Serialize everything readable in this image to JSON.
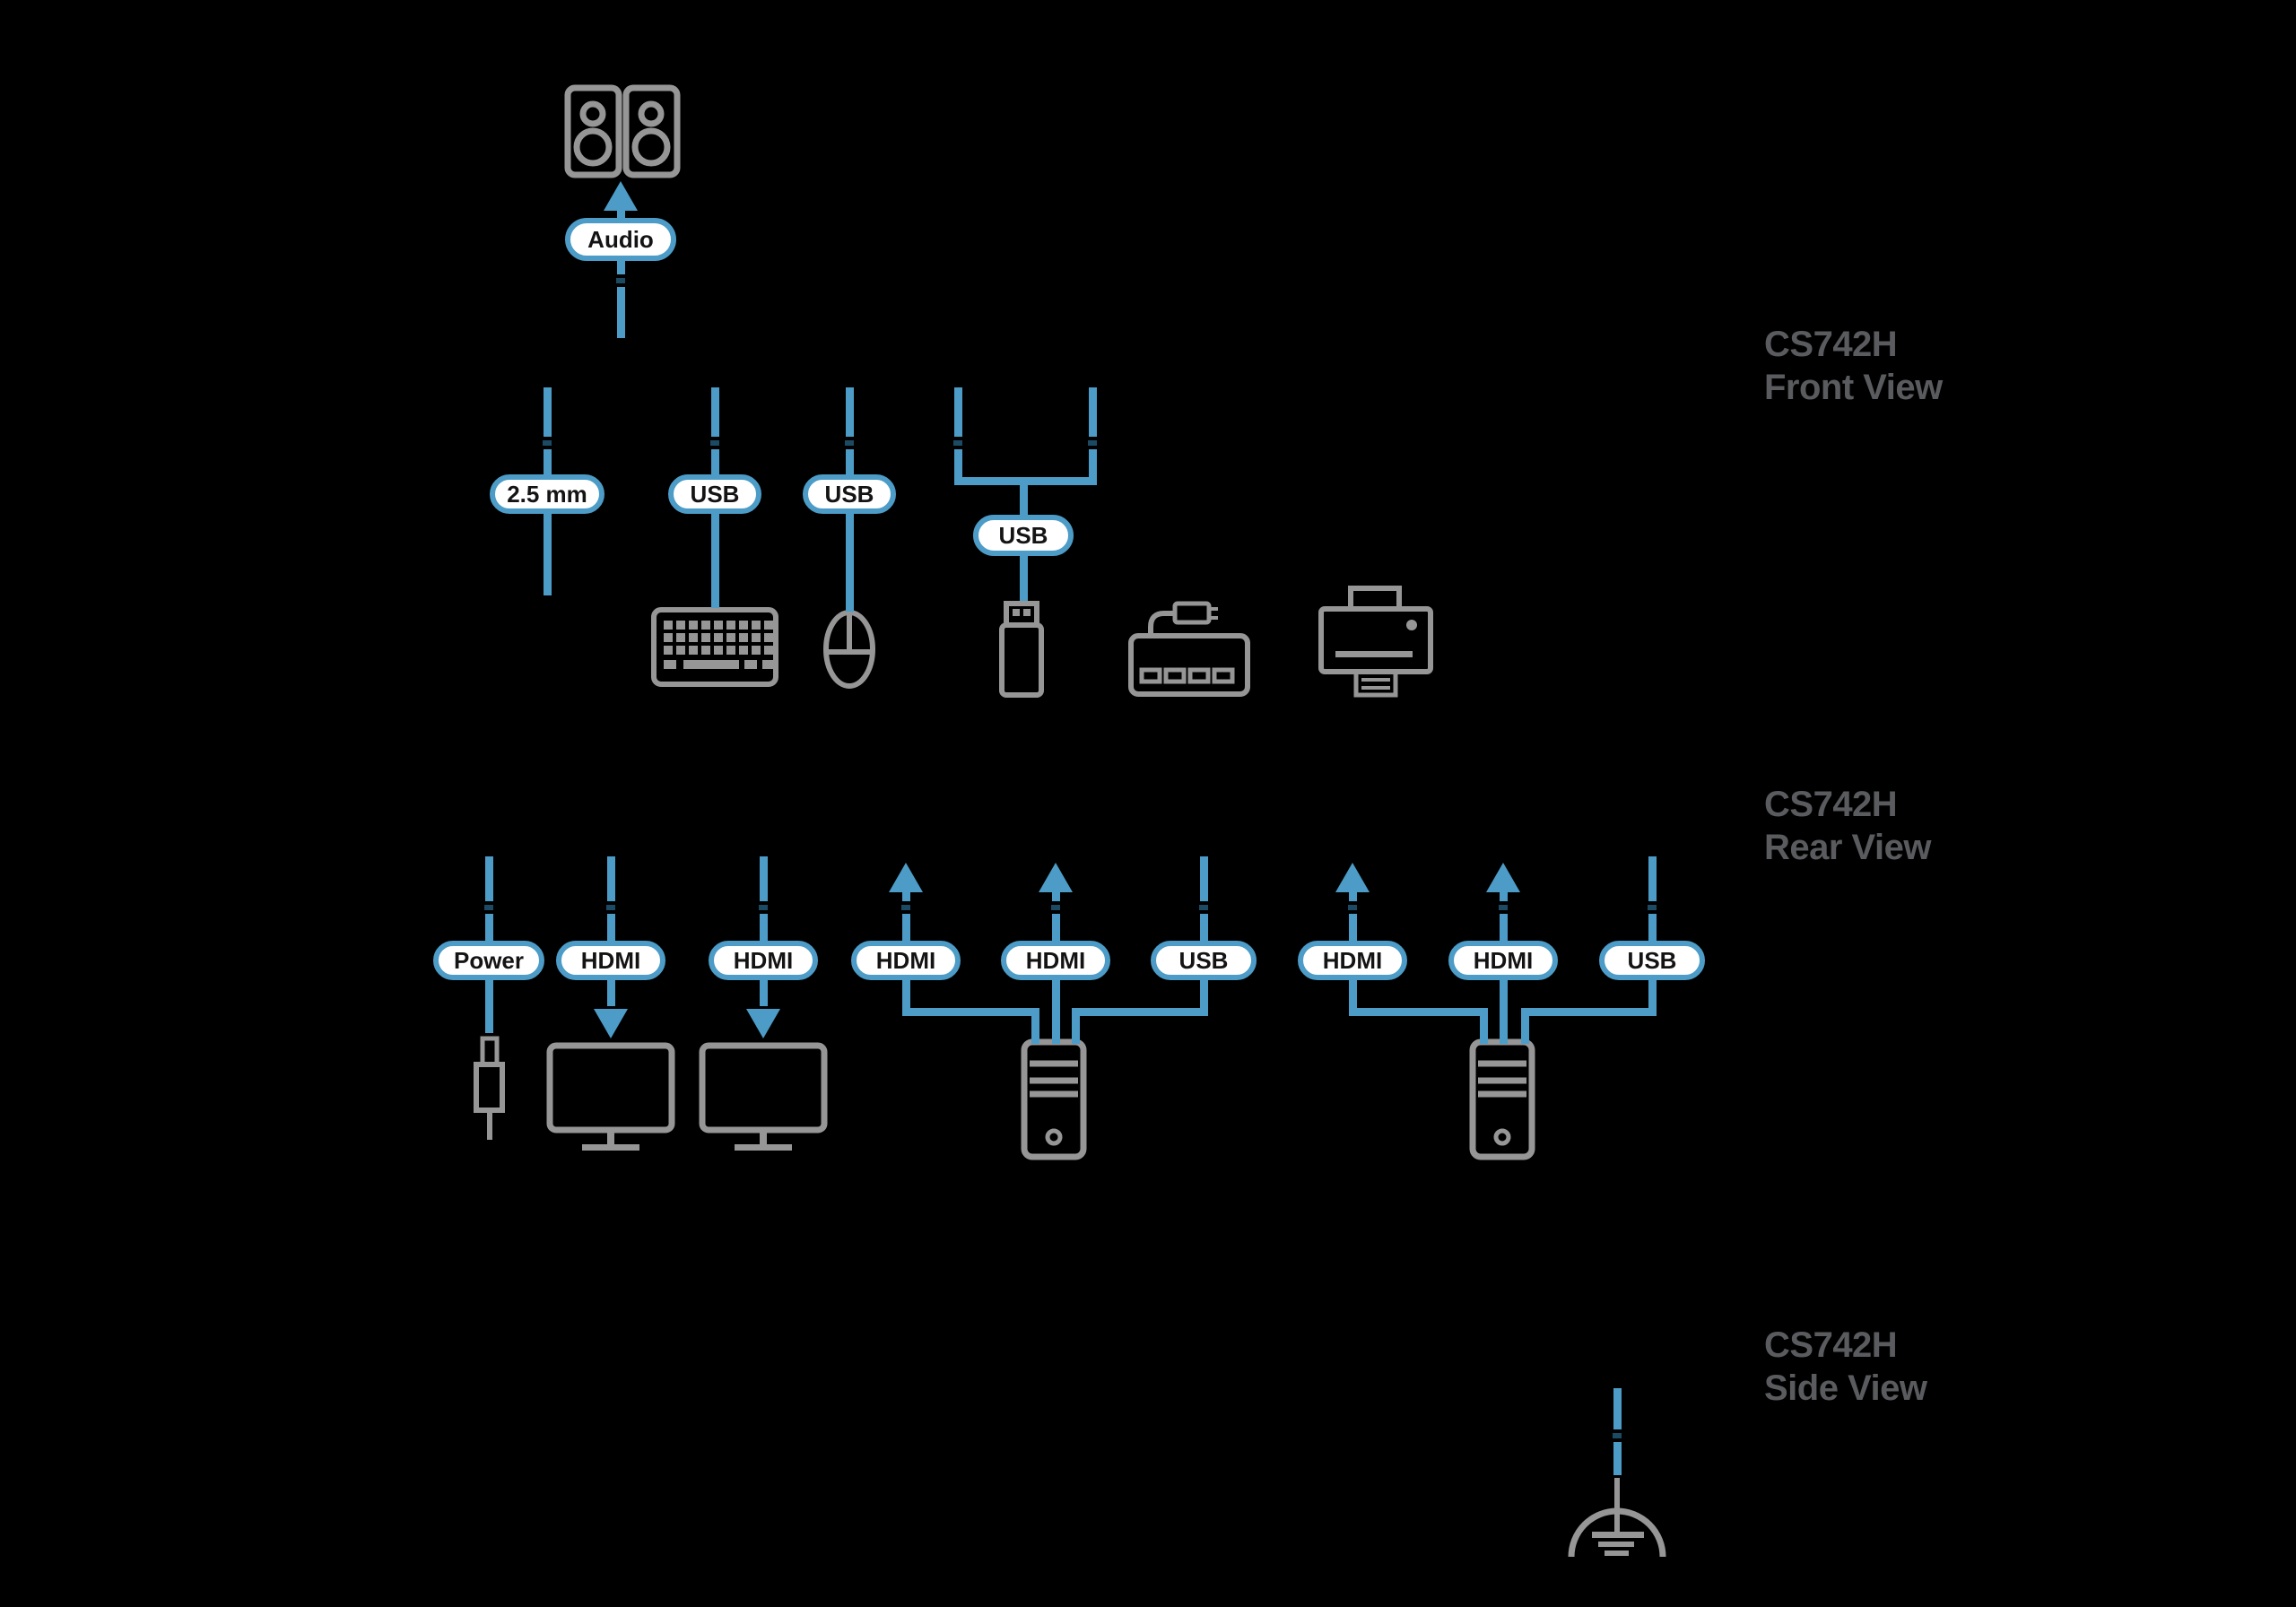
{
  "colors": {
    "background": "#000000",
    "line_blue": "#4C9CC7",
    "notch_navy": "#1C4A63",
    "icon_gray": "#969696",
    "label_gray": "#5A5B5E",
    "pill_fill": "#FFFFFF",
    "pill_text": "#141414"
  },
  "sections": [
    {
      "id": "front",
      "model": "CS742H",
      "view": "Front View"
    },
    {
      "id": "rear",
      "model": "CS742H",
      "view": "Rear View"
    },
    {
      "id": "side",
      "model": "CS742H",
      "view": "Side View"
    }
  ],
  "connectors": [
    {
      "id": "audio",
      "label": "Audio",
      "arrow": "up",
      "target": "speakers"
    },
    {
      "id": "mic-25mm",
      "label": "2.5 mm",
      "arrow": "none",
      "target": ""
    },
    {
      "id": "kbd-usb",
      "label": "USB",
      "arrow": "none",
      "target": "keyboard"
    },
    {
      "id": "mouse-usb",
      "label": "USB",
      "arrow": "none",
      "target": "mouse"
    },
    {
      "id": "front-usb",
      "label": "USB",
      "arrow": "none",
      "target": "usb-flash-drive"
    },
    {
      "id": "power",
      "label": "Power",
      "arrow": "none",
      "target": "power-plug"
    },
    {
      "id": "display1-hdmi",
      "label": "HDMI",
      "arrow": "down",
      "target": "monitor-1"
    },
    {
      "id": "display2-hdmi",
      "label": "HDMI",
      "arrow": "down",
      "target": "monitor-2"
    },
    {
      "id": "pc1-hdmi-a",
      "label": "HDMI",
      "arrow": "up",
      "target": "computer-1"
    },
    {
      "id": "pc1-hdmi-b",
      "label": "HDMI",
      "arrow": "up",
      "target": "computer-1"
    },
    {
      "id": "pc1-usb",
      "label": "USB",
      "arrow": "none",
      "target": "computer-1"
    },
    {
      "id": "pc2-hdmi-a",
      "label": "HDMI",
      "arrow": "up",
      "target": "computer-2"
    },
    {
      "id": "pc2-hdmi-b",
      "label": "HDMI",
      "arrow": "up",
      "target": "computer-2"
    },
    {
      "id": "pc2-usb",
      "label": "USB",
      "arrow": "none",
      "target": "computer-2"
    }
  ],
  "icons": [
    "speakers-icon",
    "keyboard-icon",
    "mouse-icon",
    "usb-flash-drive-icon",
    "usb-hub-icon",
    "printer-icon",
    "power-plug-icon",
    "monitor-1-icon",
    "monitor-2-icon",
    "computer-1-icon",
    "computer-2-icon",
    "grounding-icon"
  ]
}
